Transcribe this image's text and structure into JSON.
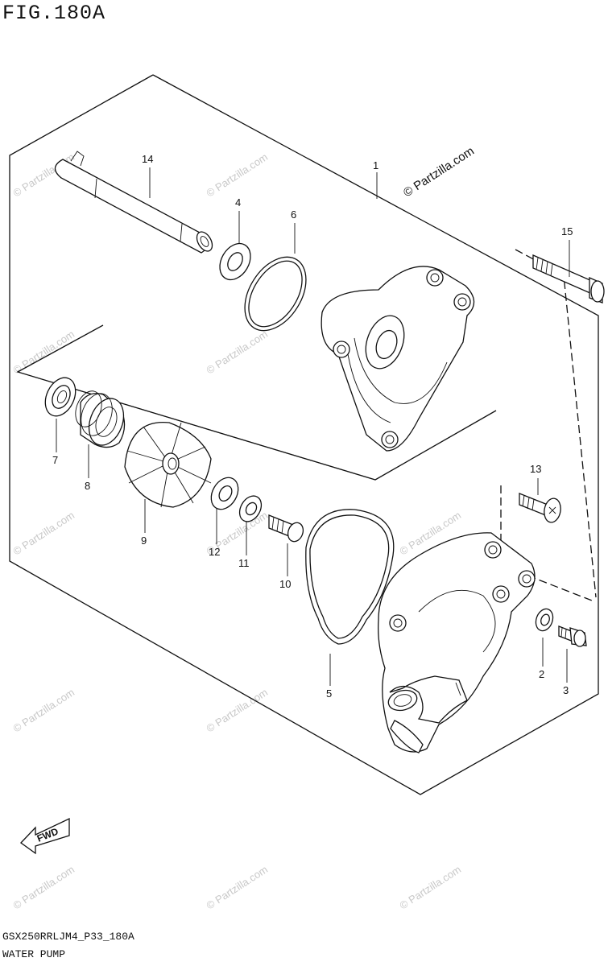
{
  "figure": {
    "title": "FIG.180A",
    "model_code": "GSX250RRLJM4_P33_180A",
    "section_name": "WATER PUMP",
    "brand_mark": "© Partzilla.com",
    "fwd_label": "FWD"
  },
  "callouts": [
    {
      "id": "c1",
      "label": "1"
    },
    {
      "id": "c2",
      "label": "2"
    },
    {
      "id": "c3",
      "label": "3"
    },
    {
      "id": "c4",
      "label": "4"
    },
    {
      "id": "c5",
      "label": "5"
    },
    {
      "id": "c6",
      "label": "6"
    },
    {
      "id": "c7",
      "label": "7"
    },
    {
      "id": "c8",
      "label": "8"
    },
    {
      "id": "c9",
      "label": "9"
    },
    {
      "id": "c10",
      "label": "10"
    },
    {
      "id": "c11",
      "label": "11"
    },
    {
      "id": "c12",
      "label": "12"
    },
    {
      "id": "c13",
      "label": "13"
    },
    {
      "id": "c14",
      "label": "14"
    },
    {
      "id": "c15",
      "label": "15"
    }
  ],
  "watermark": "© Partzilla.com"
}
